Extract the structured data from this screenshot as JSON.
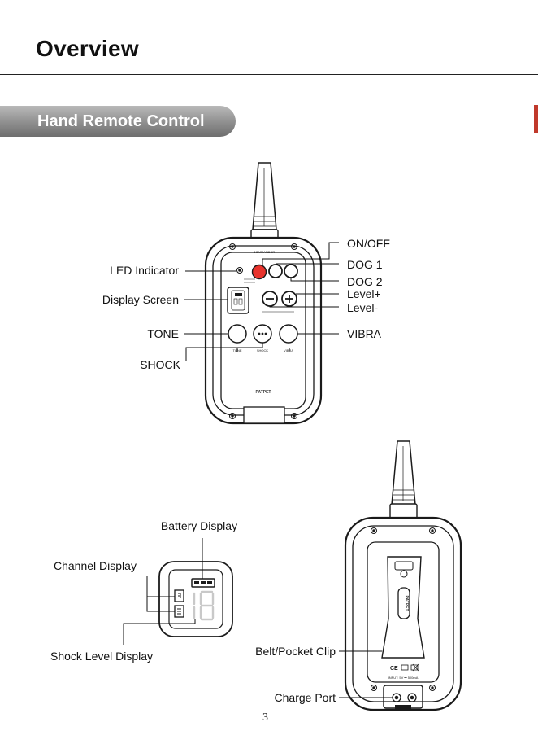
{
  "page": {
    "title": "Overview",
    "section_banner": "Hand Remote Control",
    "page_number": "3"
  },
  "remote_front": {
    "labels": {
      "on_off": "ON/OFF",
      "dog1": "DOG 1",
      "dog2": "DOG 2",
      "level_plus": "Level+",
      "level_minus": "Level-",
      "led_indicator": "LED Indicator",
      "display_screen": "Display Screen",
      "tone": "TONE",
      "vibra": "VIBRA",
      "shock": "SHOCK"
    },
    "printed": {
      "brand": "COMMANDER",
      "logo": "PATPET",
      "btn_tone": "TONE",
      "btn_shock": "SHOCK",
      "btn_vibra": "VIBRA"
    }
  },
  "display_detail": {
    "labels": {
      "battery_display": "Battery Display",
      "channel_display": "Channel Display",
      "shock_level_display": "Shock Level Display"
    }
  },
  "remote_back": {
    "labels": {
      "belt_clip": "Belt/Pocket Clip",
      "charge_port": "Charge Port"
    },
    "printed": {
      "clip_logo": "PATPET",
      "input_rating": "INPUT: 5V ⎓ 500mA"
    }
  },
  "colors": {
    "banner_gray": "#8e8e8e",
    "on_off_red": "#e8332c",
    "accent_mark": "#c0392b"
  }
}
